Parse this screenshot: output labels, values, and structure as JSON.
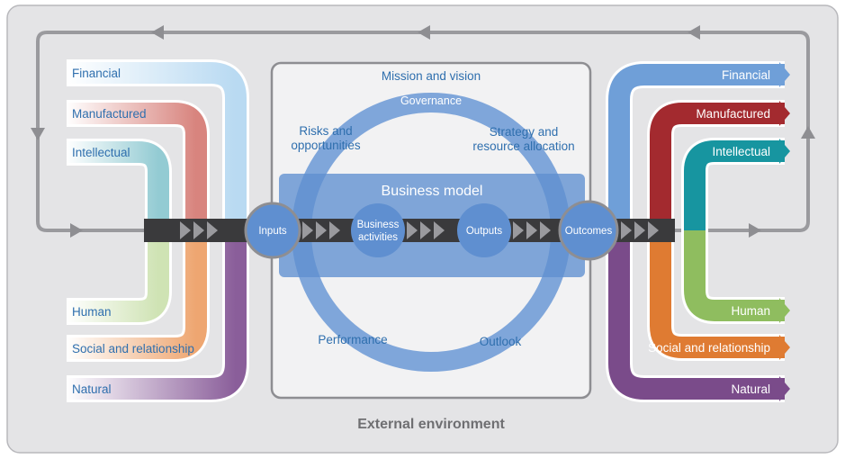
{
  "left_capitals": [
    "Financial",
    "Manufactured",
    "Intellectual",
    "Human",
    "Social and relationship",
    "Natural"
  ],
  "right_capitals": [
    "Financial",
    "Manufactured",
    "Intellectual",
    "Human",
    "Social and relationship",
    "Natural"
  ],
  "center": {
    "mission": "Mission and vision",
    "governance": "Governance",
    "risks_line1": "Risks and",
    "risks_line2": "opportunities",
    "strategy_line1": "Strategy and",
    "strategy_line2": "resource allocation",
    "business_model": "Business model",
    "performance": "Performance",
    "outlook": "Outlook"
  },
  "nodes": {
    "inputs": "Inputs",
    "business_line1": "Business",
    "business_line2": "activities",
    "outputs": "Outputs",
    "outcomes": "Outcomes"
  },
  "footer": "External environment",
  "colors": {
    "financial": "#6f9fd8",
    "manufactured": "#a32a2f",
    "intellectual": "#1795a0",
    "human": "#8fbd5f",
    "social": "#df7b32",
    "natural": "#7a4b8a",
    "circle": "#7fa6da",
    "label_blue": "#2f6fae"
  }
}
